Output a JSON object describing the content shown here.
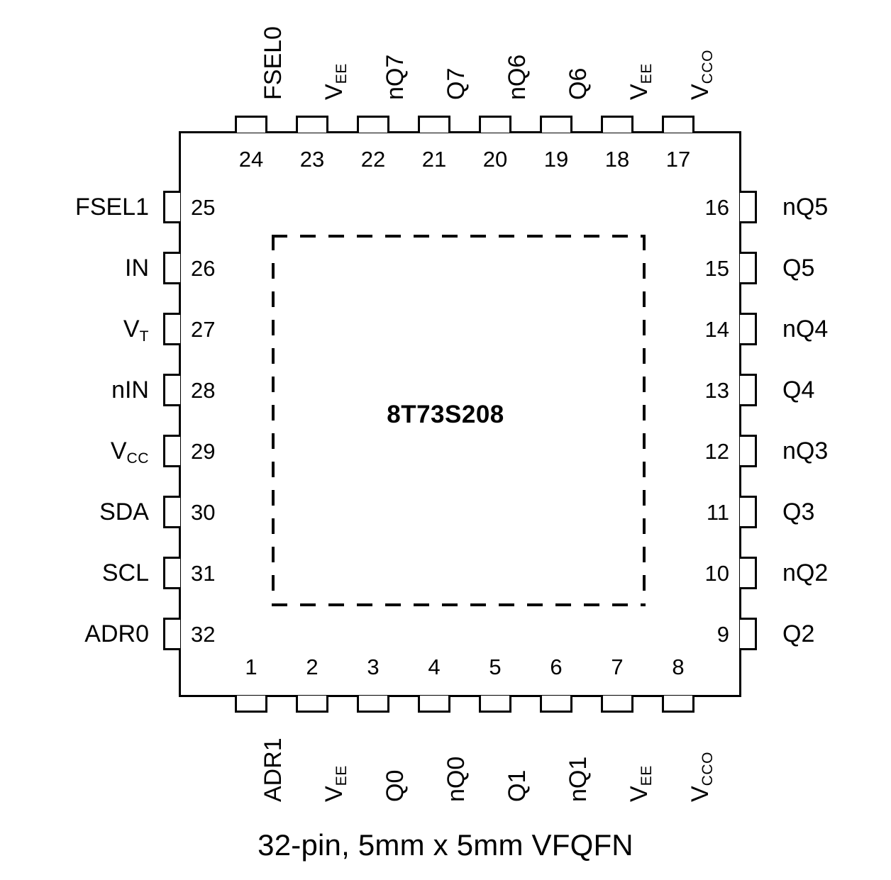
{
  "diagram": {
    "part_number": "8T73S208",
    "caption": "32-pin, 5mm x 5mm VFQFN",
    "line_color": "#000000",
    "background_color": "#ffffff"
  },
  "pins": {
    "top": [
      {
        "number": "24",
        "label": "FSEL0",
        "sub": ""
      },
      {
        "number": "23",
        "label": "V",
        "sub": "EE"
      },
      {
        "number": "22",
        "label": "nQ7",
        "sub": ""
      },
      {
        "number": "21",
        "label": "Q7",
        "sub": ""
      },
      {
        "number": "20",
        "label": "nQ6",
        "sub": ""
      },
      {
        "number": "19",
        "label": "Q6",
        "sub": ""
      },
      {
        "number": "18",
        "label": "V",
        "sub": "EE"
      },
      {
        "number": "17",
        "label": "V",
        "sub": "CCO"
      }
    ],
    "right": [
      {
        "number": "16",
        "label": "nQ5",
        "sub": ""
      },
      {
        "number": "15",
        "label": "Q5",
        "sub": ""
      },
      {
        "number": "14",
        "label": "nQ4",
        "sub": ""
      },
      {
        "number": "13",
        "label": "Q4",
        "sub": ""
      },
      {
        "number": "12",
        "label": "nQ3",
        "sub": ""
      },
      {
        "number": "11",
        "label": "Q3",
        "sub": ""
      },
      {
        "number": "10",
        "label": "nQ2",
        "sub": ""
      },
      {
        "number": "9",
        "label": "Q2",
        "sub": ""
      }
    ],
    "bottom": [
      {
        "number": "1",
        "label": "ADR1",
        "sub": ""
      },
      {
        "number": "2",
        "label": "V",
        "sub": "EE"
      },
      {
        "number": "3",
        "label": "Q0",
        "sub": ""
      },
      {
        "number": "4",
        "label": "nQ0",
        "sub": ""
      },
      {
        "number": "5",
        "label": "Q1",
        "sub": ""
      },
      {
        "number": "6",
        "label": "nQ1",
        "sub": ""
      },
      {
        "number": "7",
        "label": "V",
        "sub": "EE"
      },
      {
        "number": "8",
        "label": "V",
        "sub": "CCO"
      }
    ],
    "left": [
      {
        "number": "25",
        "label": "FSEL1",
        "sub": ""
      },
      {
        "number": "26",
        "label": "IN",
        "sub": ""
      },
      {
        "number": "27",
        "label": "V",
        "sub": "T"
      },
      {
        "number": "28",
        "label": "nIN",
        "sub": ""
      },
      {
        "number": "29",
        "label": "V",
        "sub": "CC"
      },
      {
        "number": "30",
        "label": "SDA",
        "sub": ""
      },
      {
        "number": "31",
        "label": "SCL",
        "sub": ""
      },
      {
        "number": "32",
        "label": "ADR0",
        "sub": ""
      }
    ]
  }
}
